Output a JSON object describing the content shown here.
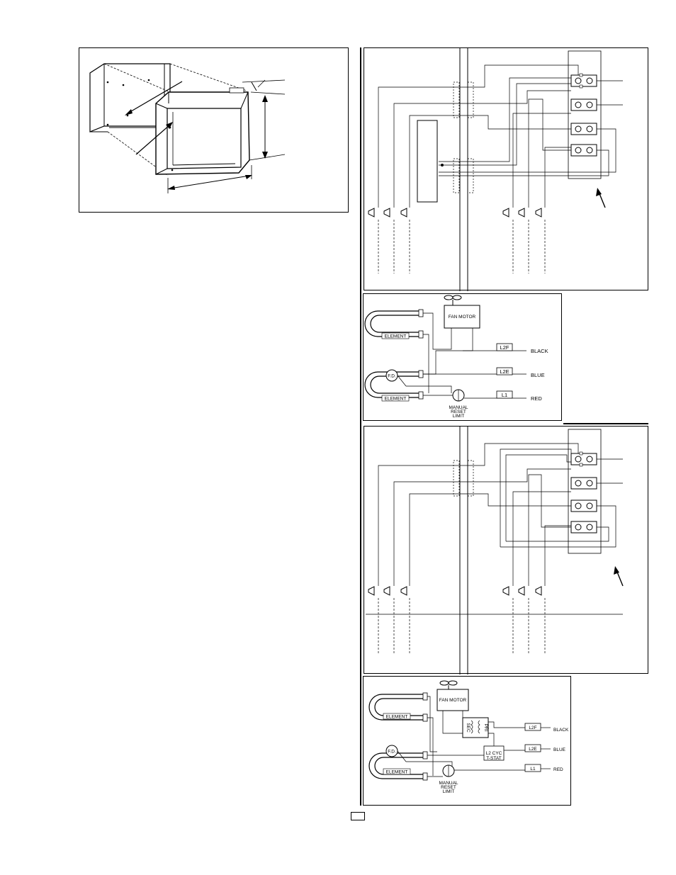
{
  "wiring_top": {
    "fan_motor": "FAN MOTOR",
    "element_upper": "ELEMENT",
    "element_lower": "ELEMENT",
    "fd": "F.D.",
    "limit_line1": "MANUAL",
    "limit_line2": "RESET",
    "limit_line3": "LIMIT",
    "tag_l2f": "L2F",
    "tag_l2e": "L2E",
    "tag_l1": "L1",
    "wire_black": "BLACK",
    "wire_blue": "BLUE",
    "wire_red": "RED"
  },
  "wiring_bottom": {
    "fan_motor": "FAN MOTOR",
    "element_upper": "ELEMENT",
    "element_lower": "ELEMENT",
    "fd": "F.D.",
    "sec": "SEC",
    "pri": "PRI",
    "tstat_line1": "L2  CYC",
    "tstat_line2": "T-STAT",
    "limit_line1": "MANUAL",
    "limit_line2": "RESET",
    "limit_line3": "LIMIT",
    "tag_l2f": "L2F",
    "tag_l2e": "L2E",
    "tag_l1": "L1",
    "wire_black": "BLACK",
    "wire_blue": "BLUE",
    "wire_red": "RED"
  }
}
